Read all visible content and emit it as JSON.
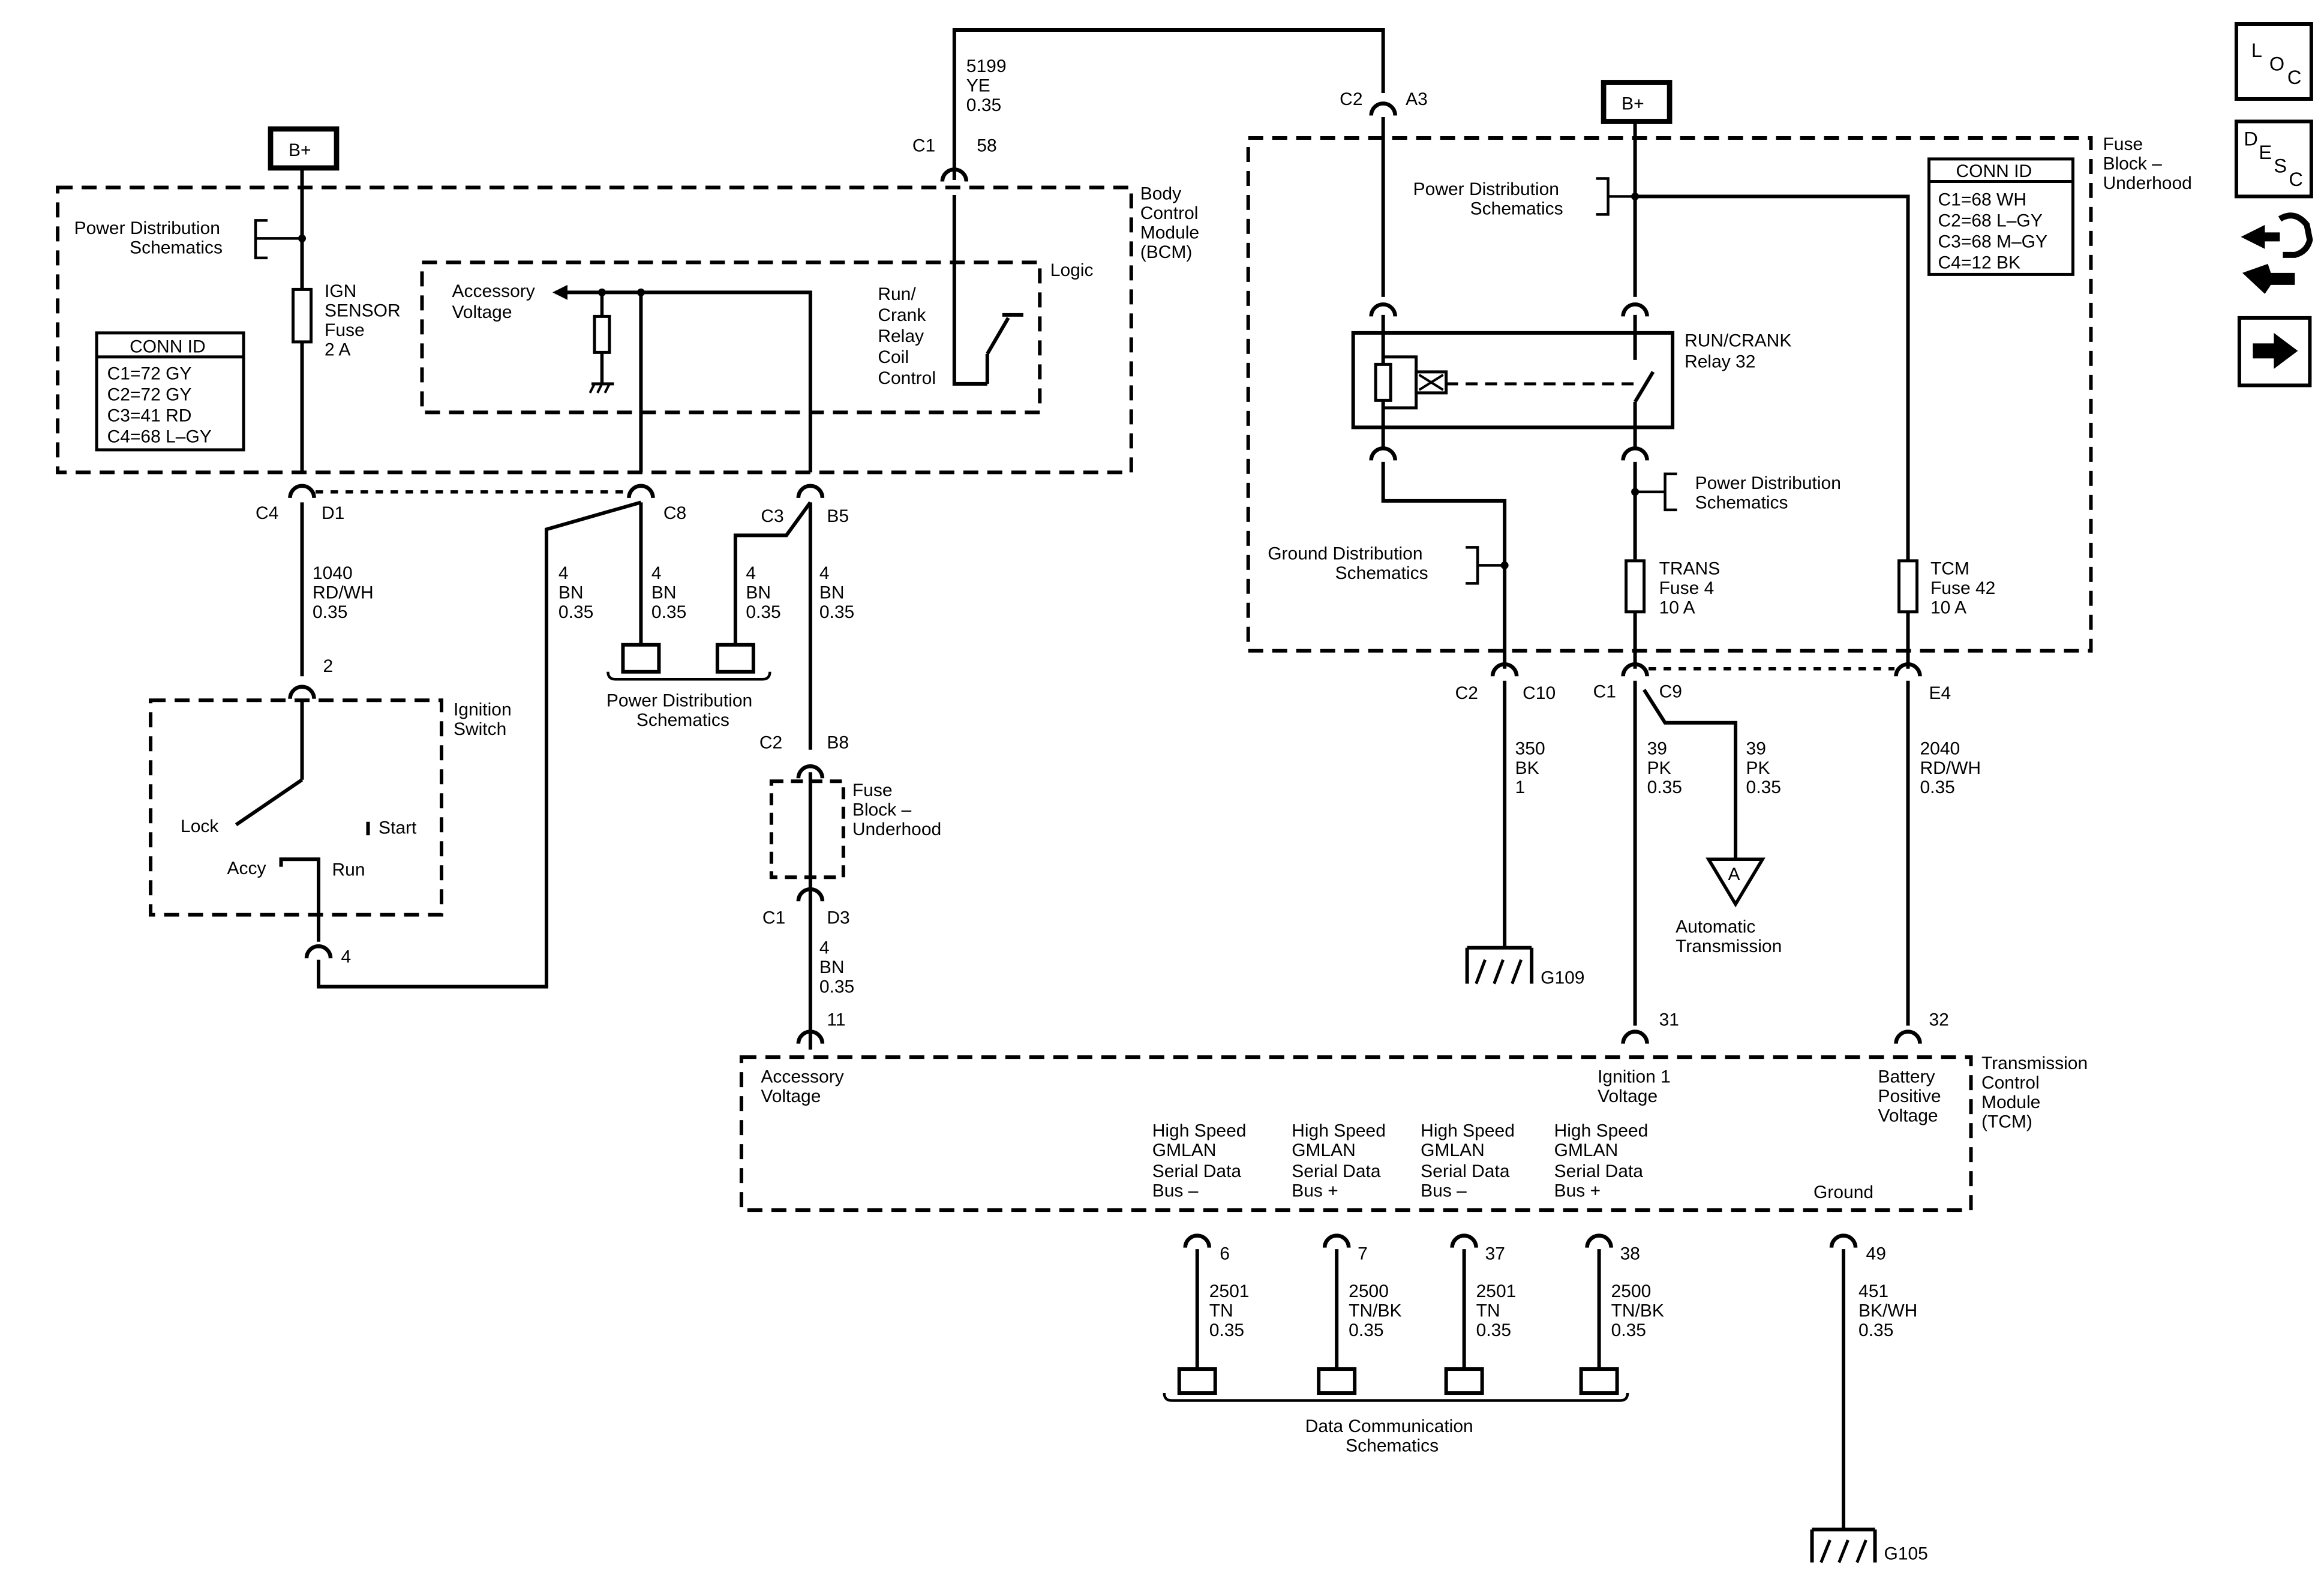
{
  "top_wire": {
    "circuit": "5199",
    "color": "YE",
    "gauge": "0.35",
    "c1": "C1",
    "c1_pin": "58",
    "c2": "C2",
    "c2_pin": "A3"
  },
  "bcm": {
    "title_lines": [
      "Body",
      "Control",
      "Module",
      "(BCM)"
    ],
    "bplus": "B+",
    "pd_lines": [
      "Power Distribution",
      "Schematics"
    ],
    "fuse_lines": [
      "IGN",
      "SENSOR",
      "Fuse",
      "2 A"
    ],
    "conn_title": "CONN ID",
    "conn_rows": [
      "C1=72 GY",
      "C2=72 GY",
      "C3=41 RD",
      "C4=68 L–GY"
    ],
    "logic": "Logic",
    "acc_lines": [
      "Accessory",
      "Voltage"
    ],
    "runcrank_lines": [
      "Run/",
      "Crank",
      "Relay",
      "Coil",
      "Control"
    ]
  },
  "wires_left": {
    "c4": "C4",
    "d1": "D1",
    "c8": "C8",
    "c3": "C3",
    "b5": "B5",
    "w1040": [
      "1040",
      "RD/WH",
      "0.35"
    ],
    "w4a": [
      "4",
      "BN",
      "0.35"
    ],
    "w4b": [
      "4",
      "BN",
      "0.35"
    ],
    "w4c": [
      "4",
      "BN",
      "0.35"
    ],
    "w4d": [
      "4",
      "BN",
      "0.35"
    ],
    "pd_lines": [
      "Power Distribution",
      "Schematics"
    ]
  },
  "ignition": {
    "title_lines": [
      "Ignition",
      "Switch"
    ],
    "pin_top": "2",
    "pin_bottom": "4",
    "lock": "Lock",
    "start": "Start",
    "accy": "Accy",
    "run": "Run"
  },
  "fuse_block_small": {
    "c2": "C2",
    "b8": "B8",
    "lines": [
      "Fuse",
      "Block –",
      "Underhood"
    ],
    "c1": "C1",
    "d3": "D3",
    "wire": [
      "4",
      "BN",
      "0.35"
    ]
  },
  "fuse_block_right": {
    "title_lines": [
      "Fuse",
      "Block –",
      "Underhood"
    ],
    "bplus": "B+",
    "pd_lines": [
      "Power Distribution",
      "Schematics"
    ],
    "conn_title": "CONN ID",
    "conn_rows": [
      "C1=68 WH",
      "C2=68 L–GY",
      "C3=68 M–GY",
      "C4=12 BK"
    ],
    "relay_lines": [
      "RUN/CRANK",
      "Relay 32"
    ],
    "pd2_lines": [
      "Power Distribution",
      "Schematics"
    ],
    "gd_lines": [
      "Ground Distribution",
      "Schematics"
    ],
    "trans_fuse": [
      "TRANS",
      "Fuse 4",
      "10 A"
    ],
    "tcm_fuse": [
      "TCM",
      "Fuse 42",
      "10 A"
    ],
    "c2": "C2",
    "c10": "C10",
    "c1": "C1",
    "c9": "C9",
    "e4": "E4"
  },
  "right_wires": {
    "w350": [
      "350",
      "BK",
      "1"
    ],
    "w39a": [
      "39",
      "PK",
      "0.35"
    ],
    "w39b": [
      "39",
      "PK",
      "0.35"
    ],
    "w2040": [
      "2040",
      "RD/WH",
      "0.35"
    ],
    "g109": "G109",
    "offpage": "A",
    "auto_lines": [
      "Automatic",
      "Transmission"
    ]
  },
  "tcm": {
    "title_lines": [
      "Transmission",
      "Control",
      "Module",
      "(TCM)"
    ],
    "pin11": "11",
    "pin31": "31",
    "pin32": "32",
    "acc_lines": [
      "Accessory",
      "Voltage"
    ],
    "ign_lines": [
      "Ignition 1",
      "Voltage"
    ],
    "bat_lines": [
      "Battery",
      "Positive",
      "Voltage"
    ],
    "ground": "Ground",
    "hs1": [
      "High Speed",
      "GMLAN",
      "Serial Data",
      "Bus –"
    ],
    "hs2": [
      "High Speed",
      "GMLAN",
      "Serial Data",
      "Bus +"
    ],
    "hs3": [
      "High Speed",
      "GMLAN",
      "Serial Data",
      "Bus –"
    ],
    "hs4": [
      "High Speed",
      "GMLAN",
      "Serial Data",
      "Bus +"
    ],
    "p6": "6",
    "p7": "7",
    "p37": "37",
    "p38": "38",
    "p49": "49",
    "w6": [
      "2501",
      "TN",
      "0.35"
    ],
    "w7": [
      "2500",
      "TN/BK",
      "0.35"
    ],
    "w37": [
      "2501",
      "TN",
      "0.35"
    ],
    "w38": [
      "2500",
      "TN/BK",
      "0.35"
    ],
    "w49": [
      "451",
      "BK/WH",
      "0.35"
    ],
    "dc_lines": [
      "Data Communication",
      "Schematics"
    ],
    "g105": "G105"
  },
  "icons": {
    "loc": [
      "L",
      "O",
      "C"
    ],
    "desc": [
      "D",
      "E",
      "S",
      "C"
    ],
    "names": [
      "loc-icon",
      "desc-icon",
      "connector-hand-icon",
      "arrow-right-icon"
    ]
  }
}
